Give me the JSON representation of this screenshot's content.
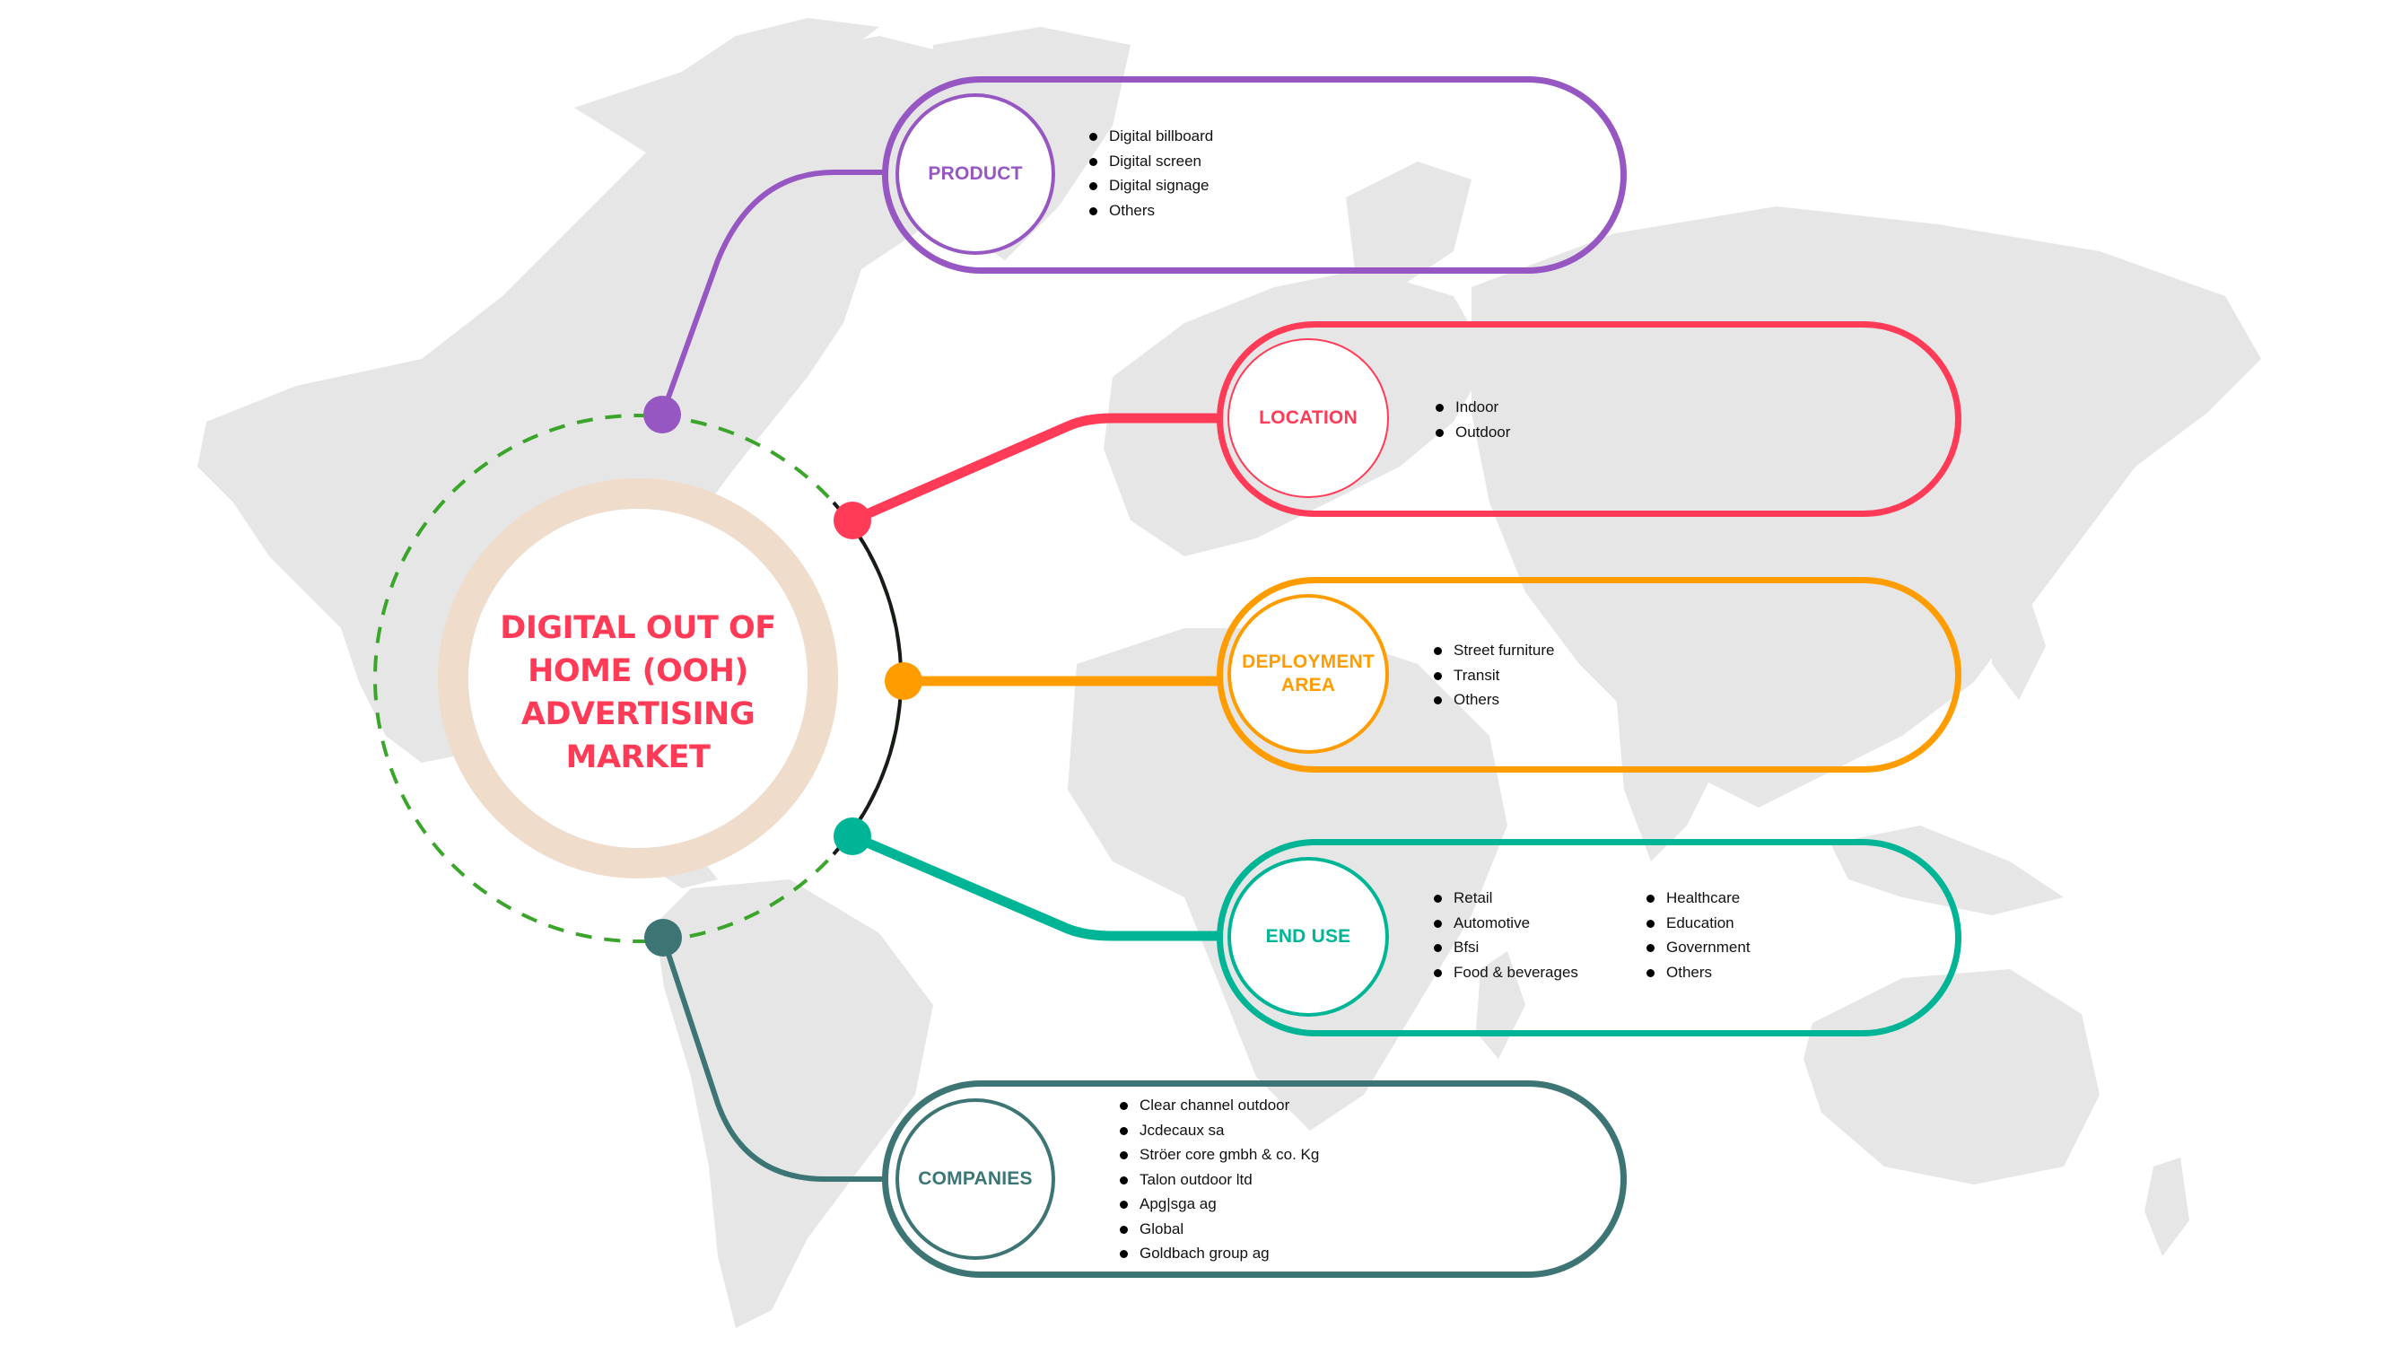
{
  "diagram": {
    "title": "DIGITAL OUT OF HOME (OOH) ADVERTISING MARKET",
    "title_lines": [
      "DIGITAL OUT OF",
      "HOME (OOH)",
      "ADVERTISING",
      "MARKET"
    ],
    "colors": {
      "title": "#ff3b57",
      "dashed_ring": "#3aa52a",
      "hub_arc": "#1a1a1a",
      "beige_ring": "#efdccb",
      "map": "#e6e6e6"
    },
    "segments": [
      {
        "id": "product",
        "label_lines": [
          "PRODUCT"
        ],
        "color": "#9657c3",
        "items": [
          "Digital billboard",
          "Digital screen",
          "Digital signage",
          "Others"
        ]
      },
      {
        "id": "location",
        "label_lines": [
          "LOCATION"
        ],
        "color": "#ff3b57",
        "items": [
          "Indoor",
          "Outdoor"
        ]
      },
      {
        "id": "deployment-area",
        "label_lines": [
          "DEPLOYMENT",
          "AREA"
        ],
        "color": "#ff9d00",
        "items": [
          "Street furniture",
          "Transit",
          "Others"
        ]
      },
      {
        "id": "end-use",
        "label_lines": [
          "END USE"
        ],
        "color": "#00b596",
        "items_col1": [
          "Retail",
          "Automotive",
          "Bfsi",
          "Food & beverages"
        ],
        "items_col2": [
          "Healthcare",
          "Education",
          "Government",
          "Others"
        ]
      },
      {
        "id": "companies",
        "label_lines": [
          "COMPANIES"
        ],
        "color": "#3d7575",
        "items": [
          "Clear channel outdoor",
          "Jcdecaux sa",
          "Ströer core gmbh & co. Kg",
          "Talon outdoor ltd",
          "Apg|sga ag",
          "Global",
          "Goldbach group ag"
        ]
      }
    ]
  }
}
